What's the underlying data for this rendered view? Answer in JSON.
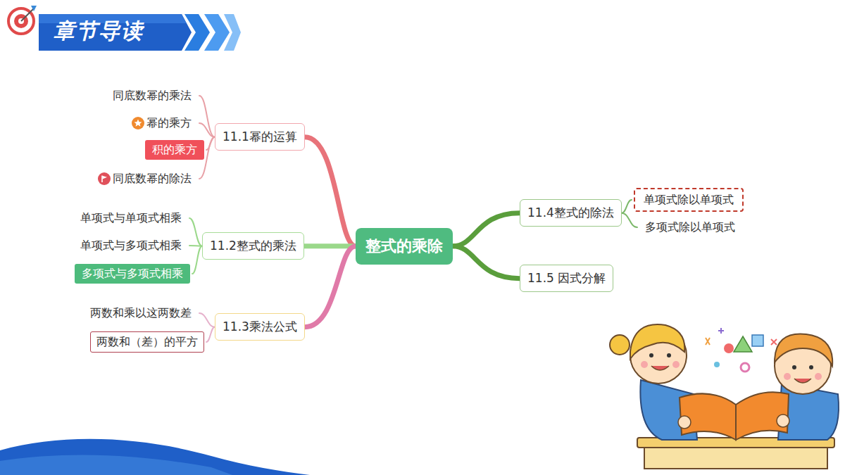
{
  "diagram": {
    "title": "章节导读",
    "nodes": [
      {
        "text": [
          "同底数幂的乘法"
        ]
      },
      {
        "text": [
          "幂的乘方"
        ]
      },
      {
        "text": [
          "积的乘方"
        ]
      },
      {
        "text": [
          "同底数幂的除法"
        ]
      },
      {
        "text": [
          "11.1幂的运算"
        ]
      },
      {
        "text": [
          "单项式与单项式相乘"
        ]
      },
      {
        "text": [
          "单项式与多项式相乘"
        ]
      },
      {
        "text": [
          "多项式与多项式相乘"
        ]
      },
      {
        "text": [
          "11.2整式的乘法"
        ]
      },
      {
        "text": [
          "两数和乘以这两数差"
        ]
      },
      {
        "text": [
          "两数和（差）的平方"
        ]
      },
      {
        "text": [
          "11.3乘法公式"
        ]
      },
      {
        "text": [
          "整式的乘除"
        ]
      },
      {
        "text": [
          "11.4整式的除法"
        ]
      },
      {
        "text": [
          "单项式除以单项式"
        ]
      },
      {
        "text": [
          "多项式除以单项式"
        ]
      },
      {
        "text": [
          "11.5 因式分解"
        ]
      }
    ],
    "edges": [
      {
        "from": 12,
        "to": 4,
        "arrow": "none"
      },
      {
        "from": 12,
        "to": 8,
        "arrow": "none"
      },
      {
        "from": 12,
        "to": 11,
        "arrow": "none"
      },
      {
        "from": 12,
        "to": 13,
        "arrow": "none"
      },
      {
        "from": 12,
        "to": 16,
        "arrow": "none"
      },
      {
        "from": 4,
        "to": 0,
        "arrow": "none"
      },
      {
        "from": 4,
        "to": 1,
        "arrow": "none"
      },
      {
        "from": 4,
        "to": 2,
        "arrow": "none"
      },
      {
        "from": 4,
        "to": 3,
        "arrow": "none"
      },
      {
        "from": 8,
        "to": 5,
        "arrow": "none"
      },
      {
        "from": 8,
        "to": 6,
        "arrow": "none"
      },
      {
        "from": 8,
        "to": 7,
        "arrow": "none"
      },
      {
        "from": 11,
        "to": 9,
        "arrow": "none"
      },
      {
        "from": 11,
        "to": 10,
        "arrow": "none"
      },
      {
        "from": 13,
        "to": 14,
        "arrow": "none"
      },
      {
        "from": 13,
        "to": 15,
        "arrow": "none"
      }
    ]
  }
}
